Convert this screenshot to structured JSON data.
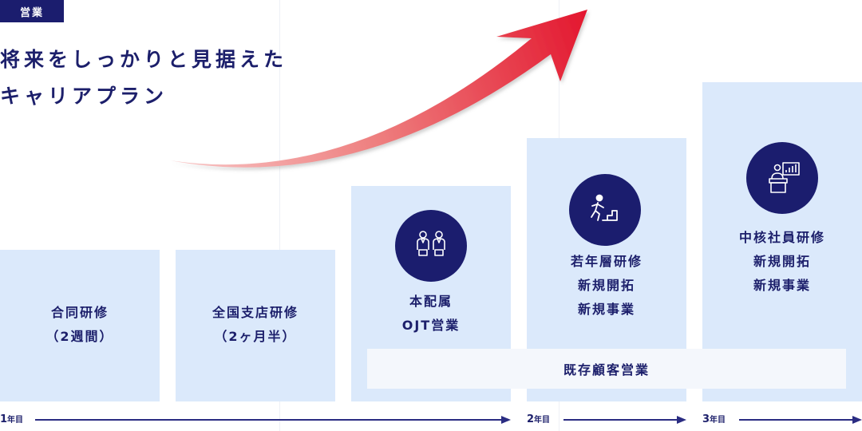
{
  "tag": "営業",
  "title_lines": [
    "将来をしっかりと見据えた",
    "キャリアプラン"
  ],
  "steps": [
    {
      "lines": [
        "合同研修",
        "（2週間）"
      ]
    },
    {
      "lines": [
        "全国支店研修",
        "（2ヶ月半）"
      ]
    },
    {
      "lines": [
        "本配属",
        "OJT営業"
      ],
      "icon": "business-people-icon"
    },
    {
      "lines": [
        "若年層研修",
        "新規開拓",
        "新規事業"
      ],
      "icon": "running-up-stairs-icon"
    },
    {
      "lines": [
        "中核社員研修",
        "新規開拓",
        "新規事業"
      ],
      "icon": "presenter-podium-icon"
    }
  ],
  "band": "既存顧客営業",
  "timeline": [
    {
      "num": "1",
      "unit": "年目"
    },
    {
      "num": "2",
      "unit": "年目"
    },
    {
      "num": "3",
      "unit": "年目"
    }
  ],
  "colors": {
    "navy": "#1b1d6e",
    "box": "#dbe9fb",
    "band": "#f4f7fc",
    "arrow_start": "#f4a7a7",
    "arrow_end": "#e3162e"
  }
}
